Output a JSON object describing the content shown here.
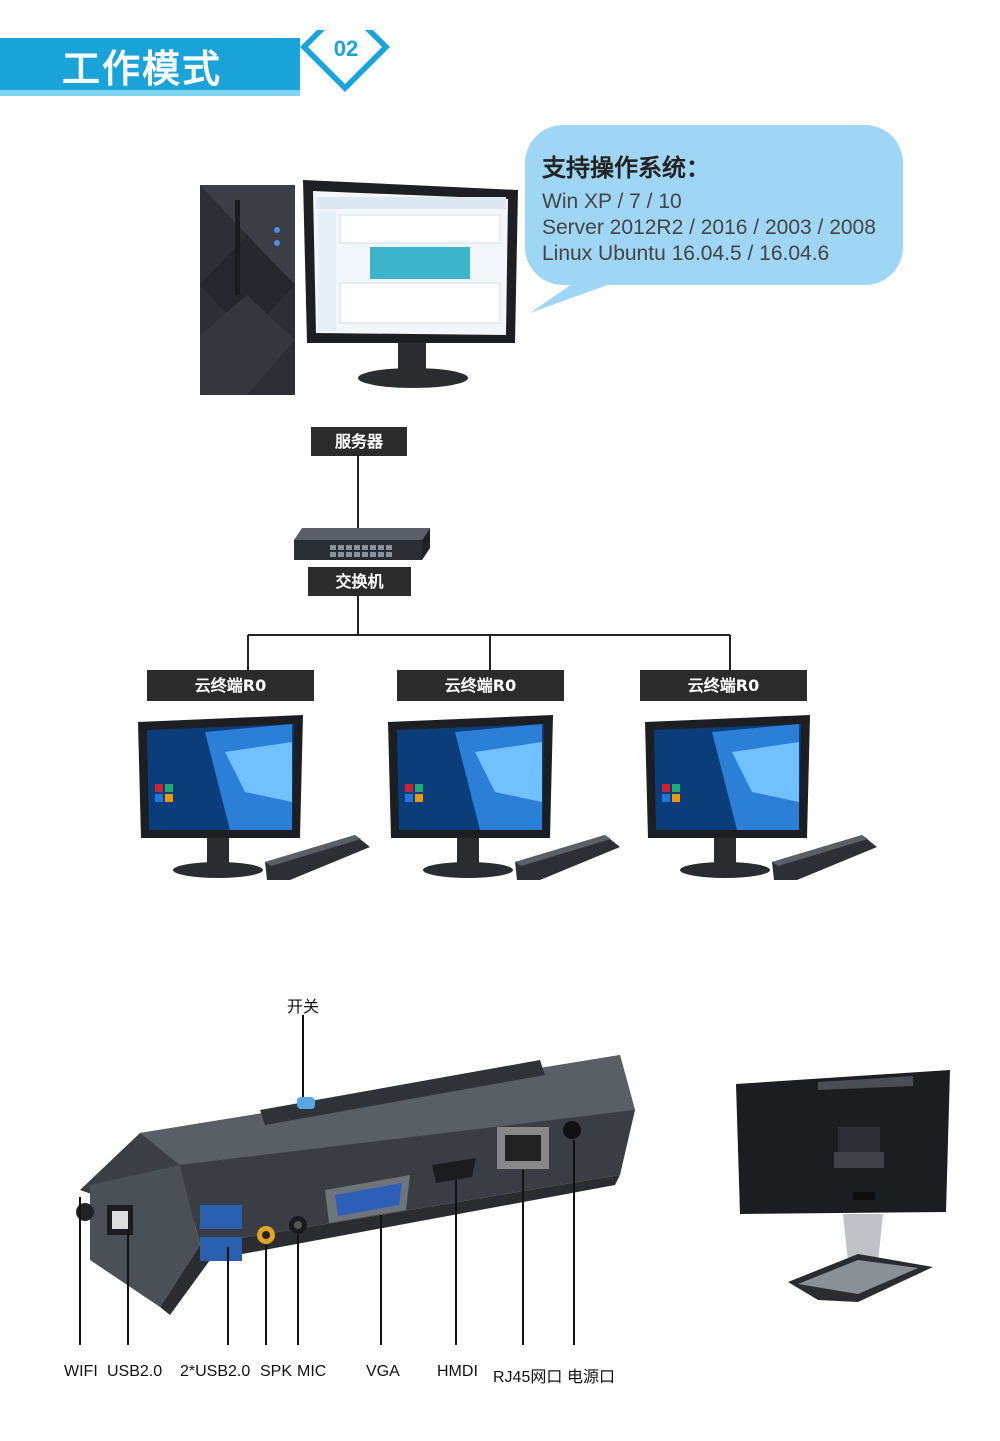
{
  "header": {
    "title": "工作模式",
    "badge": "02",
    "colors": {
      "banner": "#1aa3d8",
      "banner_light": "#7fd2f0"
    }
  },
  "bubble": {
    "title": "支持操作系统：",
    "os_lines": [
      "Win XP / 7 / 10",
      "Server 2012R2 / 2016 / 2003 / 2008",
      "Linux Ubuntu 16.04.5 / 16.04.6"
    ],
    "color": "#9fd6f5"
  },
  "network": {
    "server_label": "服务器",
    "switch_label": "交换机",
    "terminal_labels": [
      "云终端R0",
      "云终端R0",
      "云终端R0"
    ]
  },
  "device": {
    "switch_label": "开关",
    "ports": [
      "WIFI",
      "USB2.0",
      "2*USB2.0",
      "SPK",
      "MIC",
      "VGA",
      "HMDI",
      "RJ45网口",
      "电源口"
    ]
  }
}
